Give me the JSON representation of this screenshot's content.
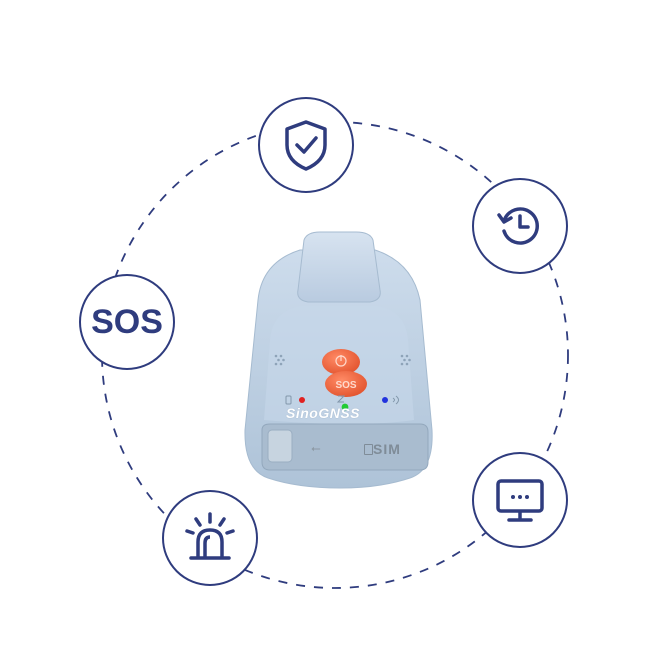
{
  "features": {
    "security": {
      "icon": "shield-check-icon"
    },
    "history": {
      "icon": "history-clock-icon"
    },
    "sos": {
      "label": "SOS"
    },
    "monitor": {
      "icon": "monitor-icon"
    },
    "alarm": {
      "icon": "alarm-light-icon"
    }
  },
  "device": {
    "brand": "SinoGNSS",
    "sim_label": "SIM",
    "usb_symbol": "⭠"
  },
  "colors": {
    "accent": "#2f3c7e",
    "device_body": "#bcd0e4",
    "button": "#f2653c",
    "led_red": "#e12121",
    "led_green": "#22cc33",
    "led_blue": "#2233dd"
  }
}
